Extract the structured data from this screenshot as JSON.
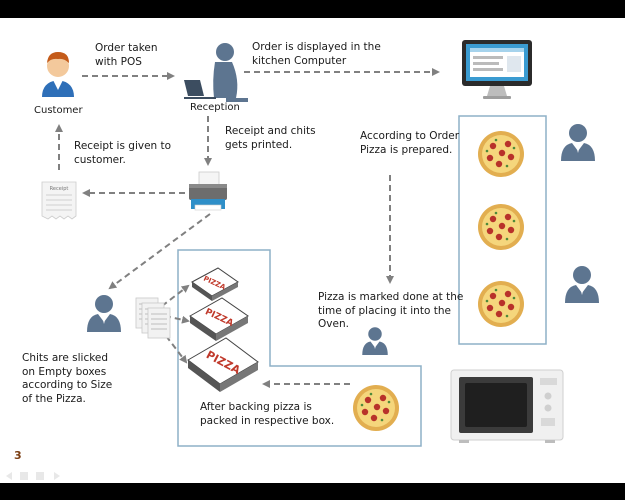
{
  "diagram": {
    "actors": {
      "customer_label": "Customer",
      "reception_label": "Reception"
    },
    "steps": {
      "order_taken": "Order taken\nwith POS",
      "order_displayed": "Order is displayed in the\nkitchen Computer",
      "receipt_printed": "Receipt and chits\ngets printed.",
      "receipt_given": "Receipt is given to\ncustomer.",
      "pizza_prepared": "According to Order\nPizza is prepared.",
      "pizza_marked_done": "Pizza is marked done at the\ntime of placing it into the\nOven.",
      "chits_sticked": "Chits are slicked\non Empty boxes\naccording to Size\nof the Pizza.",
      "packed": "After backing pizza is\npacked in respective box."
    },
    "receipt": {
      "title": "Receipt"
    },
    "pizza_box_label": "PIZZA"
  },
  "slide": {
    "number": "3"
  },
  "colors": {
    "arrow": "#808080",
    "person": "#5d7590",
    "box_border": "#8eb0c7",
    "pizza_crust": "#e7b75a",
    "pizza_cheese": "#f3d37a",
    "pepperoni": "#c0392b",
    "monitor": "#2b2b2b",
    "screen": "#3a9bd1"
  }
}
